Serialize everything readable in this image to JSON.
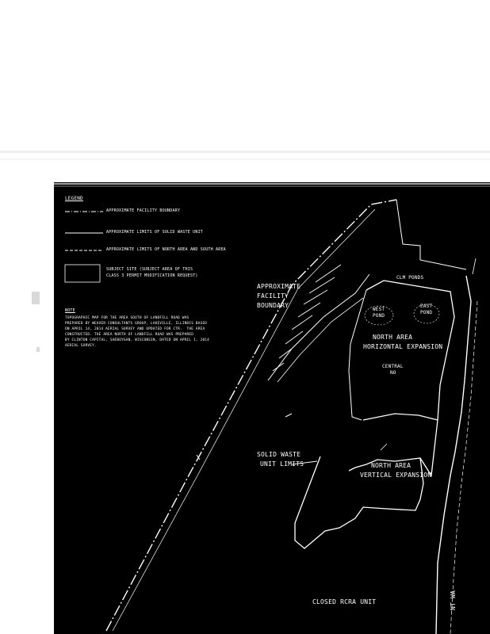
{
  "legend": {
    "title": "LEGEND",
    "items": [
      "APPROXIMATE FACILITY BOUNDARY",
      "APPROXIMATE LIMITS OF SOLID WASTE UNIT",
      "APPROXIMATE LIMITS OF NORTH AREA AND SOUTH AREA",
      "SUBJECT SITE (SUBJECT AREA OF THIS",
      "CLASS 3 PERMIT MODIFICATION REQUEST)"
    ]
  },
  "note": {
    "title": "NOTE",
    "lines": [
      "TOPOGRAPHIC MAP FOR THE AREA SOUTH OF LANDFILL ROAD WAS",
      "PREPARED BY WEAVER CONSULTANTS GROUP, LAKEVILLE, ILLINOIS BASED",
      "ON APRIL 14, 2014 AERIAL SURVEY AND UPDATED FOR CTR.  THE AREA",
      "CONSTRUCTED. THE AREA NORTH OF LANDFILL ROAD WAS PREPARED",
      "BY CLINTON CAPITAL, SHEBOYGAN, WISCONSIN, DATED ON APRIL 1, 2014",
      "AERIAL SURVEY."
    ]
  },
  "labels": {
    "facility_boundary": [
      "APPROXIMATE",
      "FACILITY",
      "BOUNDARY"
    ],
    "clm_ponds": "CLM PONDS",
    "west_pond": [
      "WEST",
      "POND"
    ],
    "east_pond": [
      "EAST",
      "POND"
    ],
    "north_area_horizontal": [
      "NORTH AREA",
      "HORIZONTAL EXPANSION"
    ],
    "central_no": [
      "CENTRAL",
      "NO"
    ],
    "solid_waste_limits": [
      "SOLID WASTE",
      "UNIT LIMITS"
    ],
    "north_area_vertical": [
      "NORTH AREA",
      "VERTICAL EXPANSION"
    ],
    "closed_rcra_unit": "CLOSED RCRA UNIT",
    "road_name": "NT WA"
  },
  "colors": {
    "background": "#000000",
    "linework": "#ffffff",
    "page": "#ffffff"
  }
}
